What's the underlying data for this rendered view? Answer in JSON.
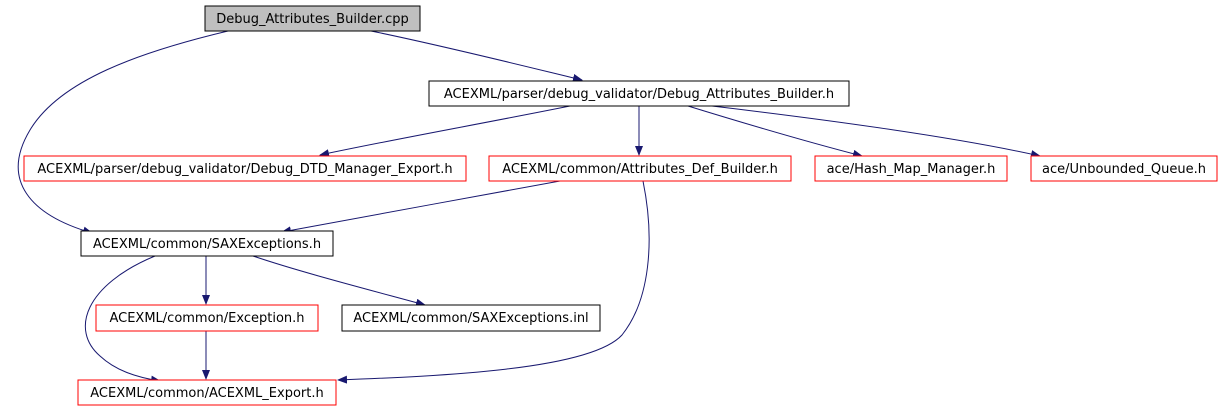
{
  "colors": {
    "edge": "#191970",
    "root_fill": "#bfbfbf",
    "root_border": "#000000",
    "documented_border": "#000000",
    "undocumented_border": "#ff0000",
    "background": "#ffffff"
  },
  "nodes": {
    "root": {
      "label": "Debug_Attributes_Builder.cpp",
      "kind": "root"
    },
    "debug_attributes_builder_h": {
      "label": "ACEXML/parser/debug_validator/Debug_Attributes_Builder.h",
      "kind": "documented"
    },
    "debug_dtd_manager_export_h": {
      "label": "ACEXML/parser/debug_validator/Debug_DTD_Manager_Export.h",
      "kind": "undocumented"
    },
    "attributes_def_builder_h": {
      "label": "ACEXML/common/Attributes_Def_Builder.h",
      "kind": "undocumented"
    },
    "hash_map_manager_h": {
      "label": "ace/Hash_Map_Manager.h",
      "kind": "undocumented"
    },
    "unbounded_queue_h": {
      "label": "ace/Unbounded_Queue.h",
      "kind": "undocumented"
    },
    "saxexceptions_h": {
      "label": "ACEXML/common/SAXExceptions.h",
      "kind": "documented"
    },
    "exception_h": {
      "label": "ACEXML/common/Exception.h",
      "kind": "undocumented"
    },
    "saxexceptions_inl": {
      "label": "ACEXML/common/SAXExceptions.inl",
      "kind": "documented"
    },
    "acexml_export_h": {
      "label": "ACEXML/common/ACEXML_Export.h",
      "kind": "undocumented"
    }
  },
  "edges": [
    {
      "from": "root",
      "to": "debug_attributes_builder_h"
    },
    {
      "from": "root",
      "to": "saxexceptions_h"
    },
    {
      "from": "debug_attributes_builder_h",
      "to": "debug_dtd_manager_export_h"
    },
    {
      "from": "debug_attributes_builder_h",
      "to": "attributes_def_builder_h"
    },
    {
      "from": "debug_attributes_builder_h",
      "to": "hash_map_manager_h"
    },
    {
      "from": "debug_attributes_builder_h",
      "to": "unbounded_queue_h"
    },
    {
      "from": "attributes_def_builder_h",
      "to": "saxexceptions_h"
    },
    {
      "from": "attributes_def_builder_h",
      "to": "acexml_export_h"
    },
    {
      "from": "saxexceptions_h",
      "to": "exception_h"
    },
    {
      "from": "saxexceptions_h",
      "to": "saxexceptions_inl"
    },
    {
      "from": "saxexceptions_h",
      "to": "acexml_export_h"
    },
    {
      "from": "exception_h",
      "to": "acexml_export_h"
    }
  ]
}
